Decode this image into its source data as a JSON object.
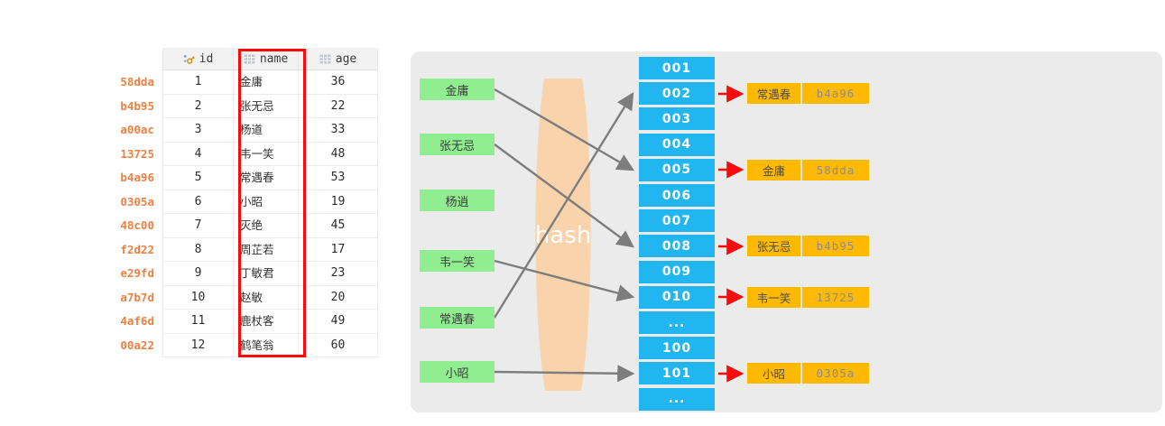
{
  "table": {
    "columns": [
      {
        "label": "id",
        "icon": "primary-key-icon"
      },
      {
        "label": "name",
        "icon": "table-grid-icon"
      },
      {
        "label": "age",
        "icon": "table-grid-icon"
      }
    ],
    "rows": [
      {
        "hash": "58dda",
        "id": "1",
        "name": "金庸",
        "age": "36"
      },
      {
        "hash": "b4b95",
        "id": "2",
        "name": "张无忌",
        "age": "22"
      },
      {
        "hash": "a00ac",
        "id": "3",
        "name": "杨道",
        "age": "33"
      },
      {
        "hash": "13725",
        "id": "4",
        "name": "韦一笑",
        "age": "48"
      },
      {
        "hash": "b4a96",
        "id": "5",
        "name": "常遇春",
        "age": "53"
      },
      {
        "hash": "0305a",
        "id": "6",
        "name": "小昭",
        "age": "19"
      },
      {
        "hash": "48c00",
        "id": "7",
        "name": "灭绝",
        "age": "45"
      },
      {
        "hash": "f2d22",
        "id": "8",
        "name": "周芷若",
        "age": "17"
      },
      {
        "hash": "e29fd",
        "id": "9",
        "name": "丁敏君",
        "age": "23"
      },
      {
        "hash": "a7b7d",
        "id": "10",
        "name": "赵敏",
        "age": "20"
      },
      {
        "hash": "4af6d",
        "id": "11",
        "name": "鹿杖客",
        "age": "49"
      },
      {
        "hash": "00a22",
        "id": "12",
        "name": "鹤笔翁",
        "age": "60"
      }
    ]
  },
  "diagram": {
    "hash_label": "hash",
    "inputs": [
      "金庸",
      "张无忌",
      "杨逍",
      "韦一笑",
      "常遇春",
      "小昭"
    ],
    "buckets": [
      "001",
      "002",
      "003",
      "004",
      "005",
      "006",
      "007",
      "008",
      "009",
      "010",
      "...",
      "100",
      "101",
      "..."
    ],
    "results": [
      {
        "bucket": "002",
        "name": "常遇春",
        "hash": "b4a96"
      },
      {
        "bucket": "005",
        "name": "金庸",
        "hash": "58dda"
      },
      {
        "bucket": "008",
        "name": "张无忌",
        "hash": "b4b95"
      },
      {
        "bucket": "010",
        "name": "韦一笑",
        "hash": "13725"
      },
      {
        "bucket": "101",
        "name": "小昭",
        "hash": "0305a"
      }
    ],
    "mappings": [
      {
        "from": "金庸",
        "to": "005"
      },
      {
        "from": "张无忌",
        "to": "008"
      },
      {
        "from": "韦一笑",
        "to": "010"
      },
      {
        "from": "常遇春",
        "to": "002"
      },
      {
        "from": "小昭",
        "to": "101"
      }
    ]
  },
  "colors": {
    "highlight_red": "#fa0a0a",
    "bucket_blue": "#22b6f0",
    "input_green": "#90ee90",
    "result_orange": "#ffb900",
    "hash_lens_peach": "#f8d3ac",
    "row_hash_orange": "#ee8041",
    "arrow_gray": "#7d7d7d",
    "panel_gray": "#ebebeb"
  }
}
